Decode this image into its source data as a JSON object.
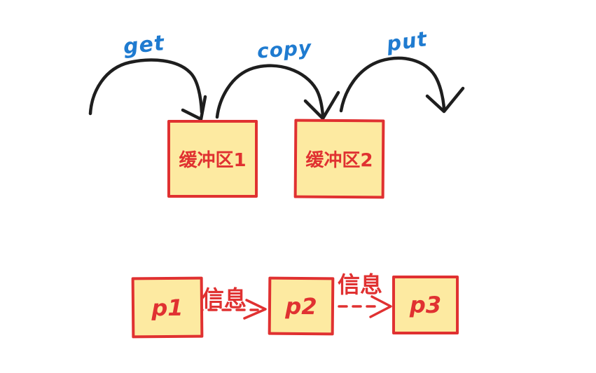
{
  "diagram": {
    "top_flow": {
      "arrow_labels": [
        {
          "id": "get",
          "text": "get"
        },
        {
          "id": "copy",
          "text": "copy"
        },
        {
          "id": "put",
          "text": "put"
        }
      ],
      "buffers": [
        {
          "label": "缓冲区1"
        },
        {
          "label": "缓冲区2"
        }
      ]
    },
    "bottom_flow": {
      "processes": [
        {
          "label": "p1"
        },
        {
          "label": "p2"
        },
        {
          "label": "p3"
        }
      ],
      "message_labels": [
        {
          "text": "信息"
        },
        {
          "text": "信息"
        }
      ]
    },
    "colors": {
      "arrow_stroke": "#1e1e1e",
      "label_blue": "#1f7bd0",
      "accent_red": "#e03131",
      "box_fill": "#fdeaa1",
      "background": "#ffffff"
    }
  }
}
